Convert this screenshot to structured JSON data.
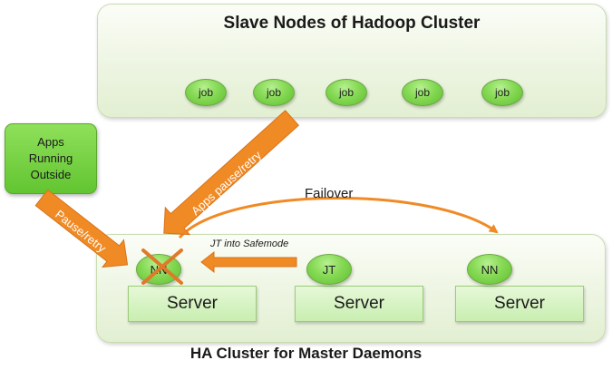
{
  "slave_panel": {
    "title": "Slave Nodes of Hadoop Cluster",
    "jobs": [
      "job",
      "job",
      "job",
      "job",
      "job"
    ]
  },
  "apps_box": {
    "label": "Apps\nRunning\nOutside"
  },
  "arrows": {
    "apps_pause_retry": "Apps pause/retry",
    "pause_retry": "Pause/retry",
    "failover": "Failover",
    "jt_safemode": "JT into Safemode"
  },
  "ha_panel": {
    "caption": "HA Cluster for  Master Daemons",
    "nodes": {
      "nn_failed": "NN",
      "jt": "JT",
      "nn_standby": "NN"
    },
    "servers": [
      "Server",
      "Server",
      "Server"
    ]
  },
  "colors": {
    "arrow_orange": "#f08a24",
    "node_green": "#7bd14a",
    "panel_green": "#e8f3dc",
    "cross_orange": "#e07a2a"
  }
}
